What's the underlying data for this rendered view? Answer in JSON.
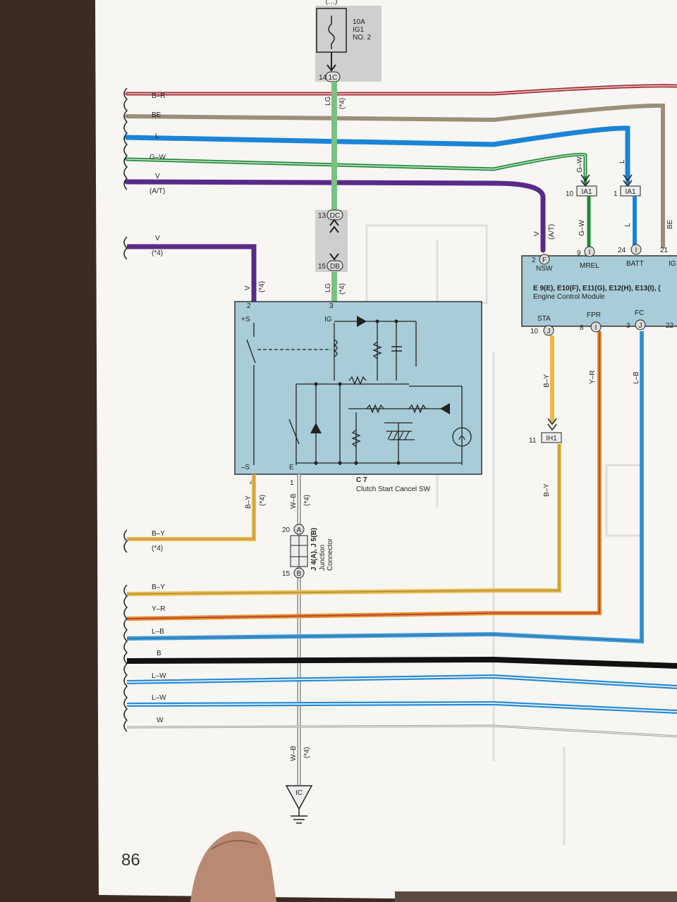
{
  "fuse": {
    "top": "(…)",
    "rating": "10A",
    "name": "IG1",
    "no": "NO. 2",
    "pin": "14",
    "conn": "1C"
  },
  "wire_labels": {
    "lg_top": "LG",
    "star4_top": "(*4)",
    "br": "B–R",
    "be": "BE",
    "l": "L",
    "gw": "G–W",
    "v_at": "V",
    "at": "(A/T)",
    "v_s": "V",
    "star4_v": "(*4)",
    "v_vert": "V",
    "star4_vv": "(*4)",
    "lg_mid": "LG",
    "star4_mid": "(*4)",
    "by_left": "B–Y",
    "star4_by": "(*4)",
    "wb": "W–B",
    "star4_wb": "(*4)",
    "by_in": "B–Y",
    "star4_byin": "(*4)",
    "by_bus": "B–Y",
    "yr_bus": "Y–R",
    "lb_bus": "L–B",
    "b_bus": "B",
    "lw1_bus": "L–W",
    "lw2_bus": "L–W",
    "w_bus": "W",
    "wb_bot": "W–B",
    "star4_bot": "(*4)",
    "gw_v": "G–W",
    "l_v": "L",
    "gw_v2": "G–W",
    "l_v2": "L",
    "be_v": "BE",
    "v_ecm": "V",
    "at_ecm": "(A/T)",
    "by_ecm": "B–Y",
    "yr_ecm": "Y–R",
    "lb_ecm": "L–B",
    "by_ecm2": "B–Y"
  },
  "junction": {
    "dc_pin": "13",
    "dc": "DC",
    "db_pin": "15",
    "db": "DB"
  },
  "switch": {
    "id": "C 7",
    "name": "Clutch Start Cancel SW",
    "pin_s": "+S",
    "pin_ig": "IG",
    "pin_ms": "–S",
    "pin_e": "E",
    "n2": "2",
    "n3": "3",
    "n4": "4",
    "n1": "1"
  },
  "jconn": {
    "pin20": "20",
    "a": "A",
    "pin15": "15",
    "b": "B",
    "name": "J 4(A), J 5(B)",
    "line2": "Junction",
    "line3": "Connector"
  },
  "ecm": {
    "title": "E 9(E), E10(F), E11(G), E12(H), E13(I), (",
    "subtitle": "Engine Control Module",
    "nsw": "NSW",
    "mrel": "MREL",
    "batt": "BATT",
    "ig": "IG",
    "sta": "STA",
    "fpr": "FPR",
    "fc": "FC",
    "p2": "2",
    "f": "F",
    "p9": "9",
    "i1": "I",
    "p24": "24",
    "i2": "I",
    "p21": "21",
    "p10": "10",
    "j1": "J",
    "p8": "8",
    "i3": "I",
    "p3": "3",
    "j2": "J",
    "p22": "22"
  },
  "connectors": {
    "ia1a_pin": "10",
    "ia1a": "IA1",
    "ia1b_pin": "1",
    "ia1b": "IA1",
    "ih1_pin": "11",
    "ih1": "IH1"
  },
  "ground": {
    "label": "IC"
  },
  "page_number": "86",
  "colors": {
    "br": "#a0303a",
    "be": "#9a8f7a",
    "l": "#1a84d8",
    "gw": "#1f8a3a",
    "v": "#5a2a8a",
    "lg": "#79c27f",
    "by": "#e8b94a",
    "yr": "#e09030",
    "lb": "#3a9ad8",
    "b": "#111111",
    "lw": "#2a8ad0",
    "w": "#888888",
    "box": "#a8ccd8"
  }
}
